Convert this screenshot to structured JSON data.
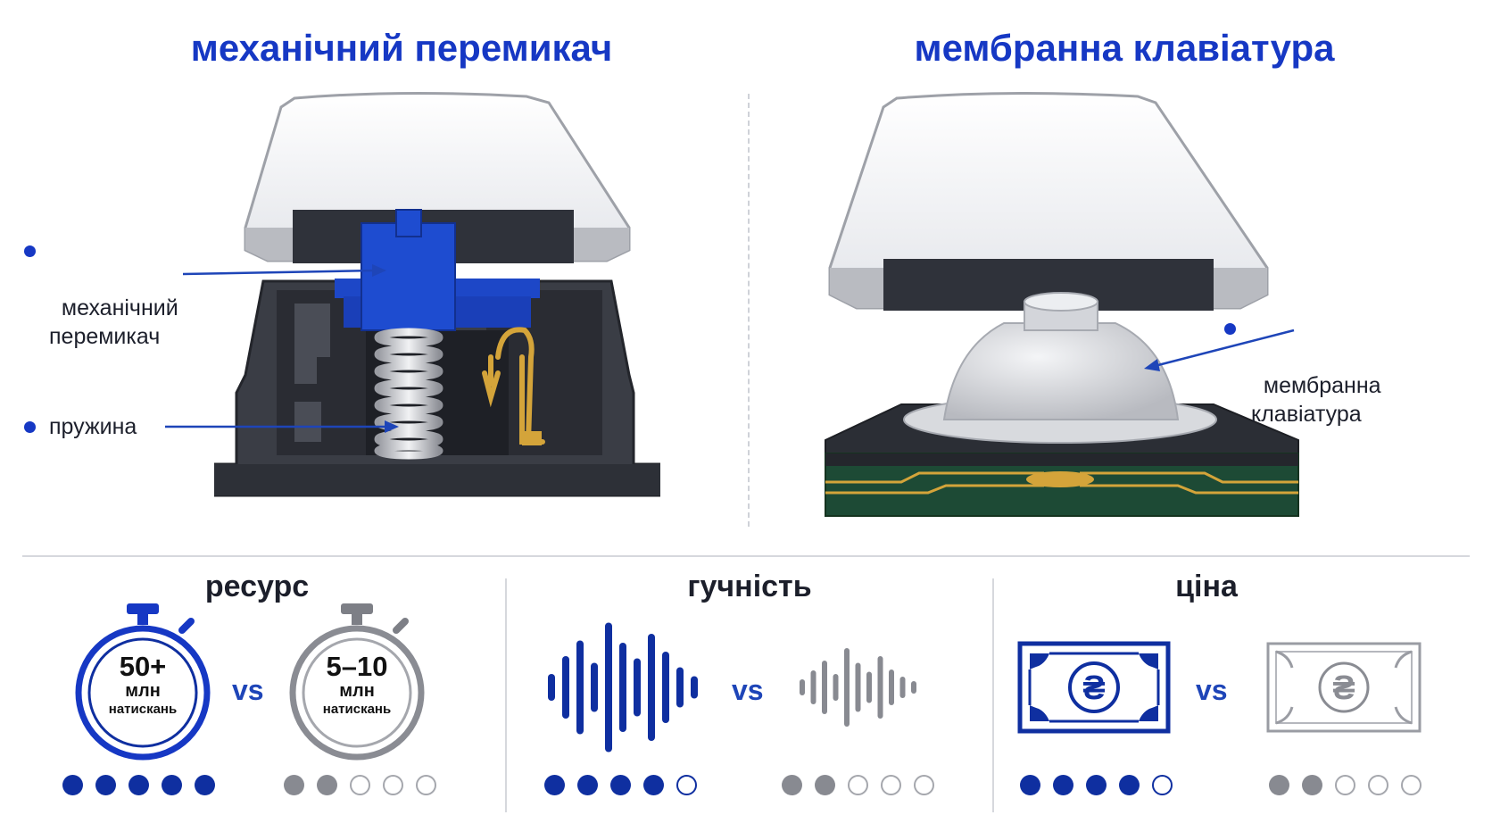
{
  "titles": {
    "mechanical": "механічний перемикач",
    "membrane": "мембранна клавіатура"
  },
  "callouts": {
    "switch": "механічний\nперемикач",
    "spring": "пружина",
    "membrane": "мембранна\nклавіатура"
  },
  "metrics": [
    {
      "title": "ресурс",
      "left": {
        "num": "50+",
        "unit": "млн",
        "sub": "натискань",
        "icon": "stopwatch-icon",
        "rating": 5
      },
      "right": {
        "num": "5–10",
        "unit": "млн",
        "sub": "натискань",
        "icon": "stopwatch-icon",
        "rating": 2
      },
      "vs": "vs"
    },
    {
      "title": "гучність",
      "left": {
        "icon": "sound-wave-icon",
        "rating": 4
      },
      "right": {
        "icon": "sound-wave-icon",
        "rating": 2
      },
      "vs": "vs"
    },
    {
      "title": "ціна",
      "left": {
        "icon": "banknote-hryvnia-icon",
        "rating": 4
      },
      "right": {
        "icon": "banknote-hryvnia-icon",
        "rating": 2
      },
      "vs": "vs"
    }
  ],
  "colors": {
    "accent_blue": "#1638c4",
    "dark_blue": "#0f2fa0",
    "gray": "#888a91",
    "pcb_green": "#1d4a35",
    "gold": "#d4a43a"
  },
  "currency_symbol": "₴",
  "rating_max": 5
}
